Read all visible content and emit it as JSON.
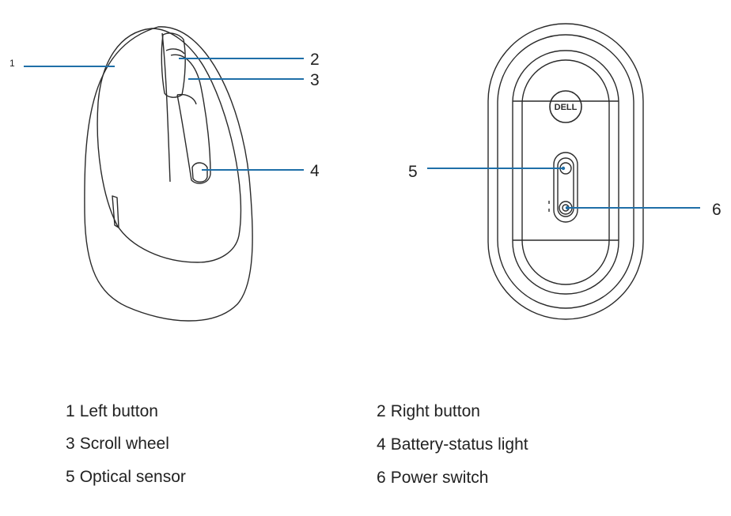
{
  "brand_logo_text": "DELL",
  "colors": {
    "outline": "#2a2a2a",
    "leader_line": "#1f6fa8",
    "text": "#222222"
  },
  "callouts": [
    {
      "number": "1",
      "label": "Left button"
    },
    {
      "number": "2",
      "label": "Right button"
    },
    {
      "number": "3",
      "label": "Scroll wheel"
    },
    {
      "number": "4",
      "label": "Battery-status light"
    },
    {
      "number": "5",
      "label": "Optical sensor"
    },
    {
      "number": "6",
      "label": "Power switch"
    }
  ]
}
